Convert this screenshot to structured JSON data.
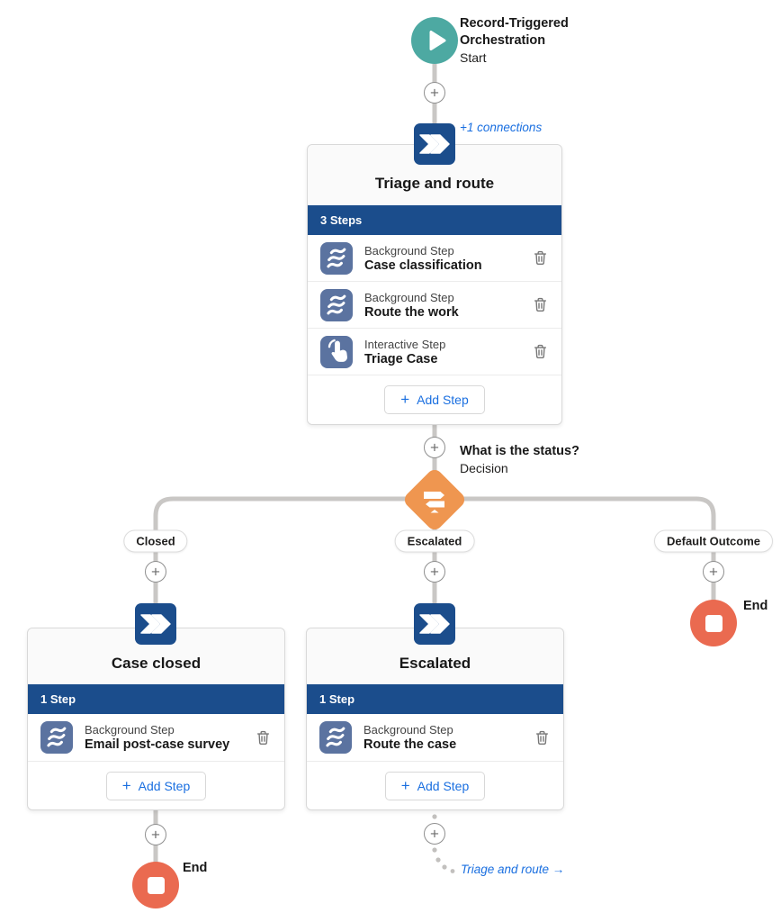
{
  "start": {
    "title": "Record-Triggered Orchestration",
    "subtitle": "Start"
  },
  "connections_link": "+1 connections",
  "stages": {
    "triage": {
      "title": "Triage and route",
      "count": "3 Steps",
      "steps": [
        {
          "type": "Background Step",
          "name": "Case classification"
        },
        {
          "type": "Background Step",
          "name": "Route the work"
        },
        {
          "type": "Interactive Step",
          "name": "Triage Case"
        }
      ],
      "add_step": "Add Step"
    },
    "case_closed": {
      "title": "Case closed",
      "count": "1 Step",
      "steps": [
        {
          "type": "Background Step",
          "name": "Email post-case survey"
        }
      ],
      "add_step": "Add Step"
    },
    "escalated": {
      "title": "Escalated",
      "count": "1 Step",
      "steps": [
        {
          "type": "Background Step",
          "name": "Route the case"
        }
      ],
      "add_step": "Add Step"
    }
  },
  "decision": {
    "title": "What is the status?",
    "subtitle": "Decision",
    "outcomes": {
      "left": "Closed",
      "middle": "Escalated",
      "right": "Default Outcome"
    }
  },
  "ends": {
    "left": "End",
    "right": "End"
  },
  "goto_link": "Triage and route →",
  "plus_glyph": "+",
  "icons": {
    "start": "play-icon",
    "stage": "double-chevron-icon",
    "background_step": "waves-icon",
    "interactive_step": "tap-icon",
    "decision": "signpost-icon",
    "end": "stop-icon",
    "delete": "trash-icon",
    "add": "plus-icon"
  },
  "colors": {
    "stage_blue": "#1b4d8c",
    "step_icon_blue": "#5b73a0",
    "start_teal": "#4da9a2",
    "end_coral": "#ea6a50",
    "decision_orange": "#ef9650",
    "link_blue": "#1a6fe0",
    "connector_gray": "#c9c7c5"
  }
}
